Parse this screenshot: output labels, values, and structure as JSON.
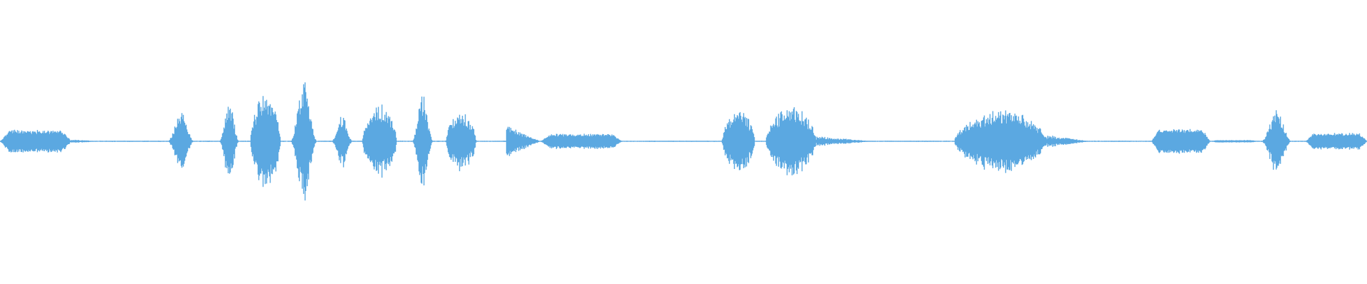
{
  "waveform": {
    "color": "#5ba8e1",
    "background": "#ffffff",
    "segments": [
      {
        "start": 0.0,
        "end": 0.052,
        "level": 0.18,
        "shape": "steady"
      },
      {
        "start": 0.052,
        "end": 0.075,
        "level": 0.03,
        "shape": "decay"
      },
      {
        "start": 0.082,
        "end": 0.122,
        "level": 0.01,
        "shape": "steady"
      },
      {
        "start": 0.122,
        "end": 0.142,
        "level": 0.48,
        "shape": "spike"
      },
      {
        "start": 0.16,
        "end": 0.175,
        "level": 0.62,
        "shape": "spike"
      },
      {
        "start": 0.183,
        "end": 0.205,
        "level": 0.75,
        "shape": "burst"
      },
      {
        "start": 0.212,
        "end": 0.232,
        "level": 1.0,
        "shape": "spike"
      },
      {
        "start": 0.242,
        "end": 0.258,
        "level": 0.42,
        "shape": "spike"
      },
      {
        "start": 0.265,
        "end": 0.29,
        "level": 0.6,
        "shape": "burst"
      },
      {
        "start": 0.301,
        "end": 0.317,
        "level": 0.75,
        "shape": "spike"
      },
      {
        "start": 0.326,
        "end": 0.348,
        "level": 0.48,
        "shape": "burst"
      },
      {
        "start": 0.37,
        "end": 0.395,
        "level": 0.28,
        "shape": "decay"
      },
      {
        "start": 0.395,
        "end": 0.455,
        "level": 0.12,
        "shape": "steady"
      },
      {
        "start": 0.47,
        "end": 0.52,
        "level": 0.01,
        "shape": "steady"
      },
      {
        "start": 0.528,
        "end": 0.552,
        "level": 0.5,
        "shape": "burst"
      },
      {
        "start": 0.56,
        "end": 0.597,
        "level": 0.55,
        "shape": "burst"
      },
      {
        "start": 0.597,
        "end": 0.64,
        "level": 0.08,
        "shape": "decay"
      },
      {
        "start": 0.645,
        "end": 0.69,
        "level": 0.01,
        "shape": "steady"
      },
      {
        "start": 0.698,
        "end": 0.766,
        "level": 0.5,
        "shape": "burst"
      },
      {
        "start": 0.766,
        "end": 0.798,
        "level": 0.1,
        "shape": "decay"
      },
      {
        "start": 0.805,
        "end": 0.83,
        "level": 0.01,
        "shape": "steady"
      },
      {
        "start": 0.842,
        "end": 0.885,
        "level": 0.2,
        "shape": "steady"
      },
      {
        "start": 0.885,
        "end": 0.92,
        "level": 0.02,
        "shape": "steady"
      },
      {
        "start": 0.922,
        "end": 0.945,
        "level": 0.5,
        "shape": "spike"
      },
      {
        "start": 0.955,
        "end": 1.0,
        "level": 0.13,
        "shape": "steady"
      }
    ]
  }
}
